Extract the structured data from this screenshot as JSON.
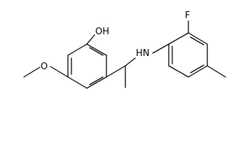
{
  "colors": {
    "background": "#ffffff",
    "ink": "#000000"
  },
  "molecule": {
    "atom_labels": {
      "hydroxyl": "OH",
      "methoxy_oxygen": "O",
      "amine": "HN",
      "fluorine": "F"
    }
  }
}
